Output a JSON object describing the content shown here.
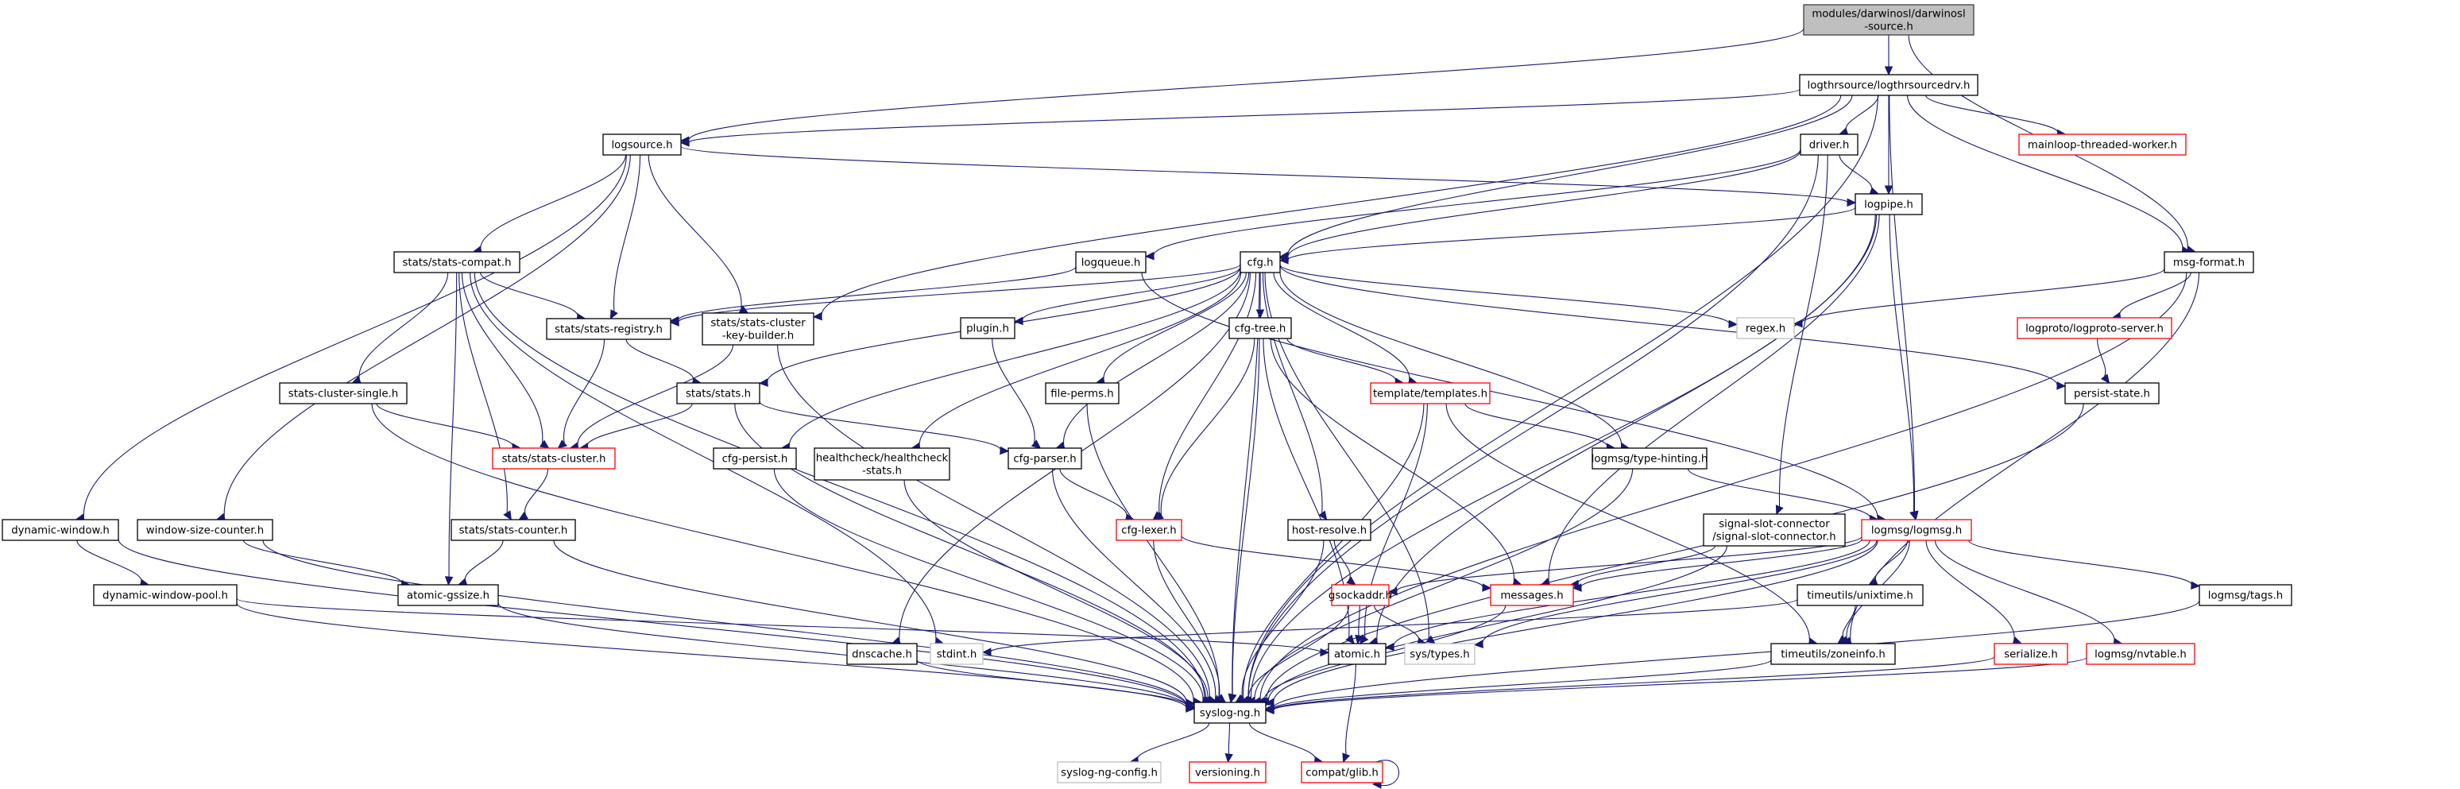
{
  "diagram": {
    "type": "include-dependency-graph",
    "edge_color": "#191970",
    "legend_colors": {
      "root_fill": "#bfbfbf",
      "normal_border": "#000000",
      "truncated_border": "#ff0000",
      "external_border": "#bfbfbf"
    },
    "nodes": [
      {
        "id": "root",
        "label": [
          "modules/darwinosl/darwinosl",
          "-source.h"
        ],
        "kind": "root"
      },
      {
        "id": "logthrsourcedrv",
        "label": [
          "logthrsource/logthrsourcedrv.h"
        ],
        "kind": "normal"
      },
      {
        "id": "logsource",
        "label": [
          "logsource.h"
        ],
        "kind": "normal"
      },
      {
        "id": "driver",
        "label": [
          "driver.h"
        ],
        "kind": "normal"
      },
      {
        "id": "mainloop",
        "label": [
          "mainloop-threaded-worker.h"
        ],
        "kind": "red"
      },
      {
        "id": "logpipe",
        "label": [
          "logpipe.h"
        ],
        "kind": "normal"
      },
      {
        "id": "logqueue",
        "label": [
          "logqueue.h"
        ],
        "kind": "normal"
      },
      {
        "id": "cfg",
        "label": [
          "cfg.h"
        ],
        "kind": "normal"
      },
      {
        "id": "msgformat",
        "label": [
          "msg-format.h"
        ],
        "kind": "normal"
      },
      {
        "id": "statscompat",
        "label": [
          "stats/stats-compat.h"
        ],
        "kind": "normal"
      },
      {
        "id": "statsregistry",
        "label": [
          "stats/stats-registry.h"
        ],
        "kind": "normal"
      },
      {
        "id": "statskeybuilder",
        "label": [
          "stats/stats-cluster",
          "-key-builder.h"
        ],
        "kind": "normal"
      },
      {
        "id": "plugin",
        "label": [
          "plugin.h"
        ],
        "kind": "normal"
      },
      {
        "id": "cfgtree",
        "label": [
          "cfg-tree.h"
        ],
        "kind": "normal"
      },
      {
        "id": "regex",
        "label": [
          "regex.h"
        ],
        "kind": "gray"
      },
      {
        "id": "logprotoserver",
        "label": [
          "logproto/logproto-server.h"
        ],
        "kind": "red"
      },
      {
        "id": "statsclustersingle",
        "label": [
          "stats-cluster-single.h"
        ],
        "kind": "normal"
      },
      {
        "id": "stats",
        "label": [
          "stats/stats.h"
        ],
        "kind": "normal"
      },
      {
        "id": "fileperms",
        "label": [
          "file-perms.h"
        ],
        "kind": "normal"
      },
      {
        "id": "templates",
        "label": [
          "template/templates.h"
        ],
        "kind": "red"
      },
      {
        "id": "persiststate",
        "label": [
          "persist-state.h"
        ],
        "kind": "normal"
      },
      {
        "id": "statscluster",
        "label": [
          "stats/stats-cluster.h"
        ],
        "kind": "red"
      },
      {
        "id": "cfgpersist",
        "label": [
          "cfg-persist.h"
        ],
        "kind": "normal"
      },
      {
        "id": "healthcheck",
        "label": [
          "healthcheck/healthcheck",
          "-stats.h"
        ],
        "kind": "normal"
      },
      {
        "id": "cfgparser",
        "label": [
          "cfg-parser.h"
        ],
        "kind": "normal"
      },
      {
        "id": "typehinting",
        "label": [
          "logmsg/type-hinting.h"
        ],
        "kind": "normal"
      },
      {
        "id": "cfglexer",
        "label": [
          "cfg-lexer.h"
        ],
        "kind": "red"
      },
      {
        "id": "hostresolve",
        "label": [
          "host-resolve.h"
        ],
        "kind": "normal"
      },
      {
        "id": "signalslot",
        "label": [
          "signal-slot-connector",
          "/signal-slot-connector.h"
        ],
        "kind": "normal"
      },
      {
        "id": "logmsg",
        "label": [
          "logmsg/logmsg.h"
        ],
        "kind": "red"
      },
      {
        "id": "dynwindow",
        "label": [
          "dynamic-window.h"
        ],
        "kind": "normal"
      },
      {
        "id": "winsizecounter",
        "label": [
          "window-size-counter.h"
        ],
        "kind": "normal"
      },
      {
        "id": "statscounter",
        "label": [
          "stats/stats-counter.h"
        ],
        "kind": "normal"
      },
      {
        "id": "dynwindowpool",
        "label": [
          "dynamic-window-pool.h"
        ],
        "kind": "normal"
      },
      {
        "id": "atomicgssize",
        "label": [
          "atomic-gssize.h"
        ],
        "kind": "normal"
      },
      {
        "id": "gsockaddr",
        "label": [
          "gsockaddr.h"
        ],
        "kind": "red"
      },
      {
        "id": "messages",
        "label": [
          "messages.h"
        ],
        "kind": "red"
      },
      {
        "id": "unixtime",
        "label": [
          "timeutils/unixtime.h"
        ],
        "kind": "normal"
      },
      {
        "id": "tags",
        "label": [
          "logmsg/tags.h"
        ],
        "kind": "normal"
      },
      {
        "id": "dnscache",
        "label": [
          "dnscache.h"
        ],
        "kind": "normal"
      },
      {
        "id": "stdint",
        "label": [
          "stdint.h"
        ],
        "kind": "gray"
      },
      {
        "id": "atomic",
        "label": [
          "atomic.h"
        ],
        "kind": "normal"
      },
      {
        "id": "systypes",
        "label": [
          "sys/types.h"
        ],
        "kind": "gray"
      },
      {
        "id": "zoneinfo",
        "label": [
          "timeutils/zoneinfo.h"
        ],
        "kind": "normal"
      },
      {
        "id": "serialize",
        "label": [
          "serialize.h"
        ],
        "kind": "red"
      },
      {
        "id": "nvtable",
        "label": [
          "logmsg/nvtable.h"
        ],
        "kind": "red"
      },
      {
        "id": "syslogng",
        "label": [
          "syslog-ng.h"
        ],
        "kind": "normal"
      },
      {
        "id": "syslogngconfig",
        "label": [
          "syslog-ng-config.h"
        ],
        "kind": "gray"
      },
      {
        "id": "versioning",
        "label": [
          "versioning.h"
        ],
        "kind": "red"
      },
      {
        "id": "glib",
        "label": [
          "compat/glib.h"
        ],
        "kind": "red"
      }
    ],
    "edges": [
      [
        "root",
        "logthrsourcedrv"
      ],
      [
        "root",
        "logsource"
      ],
      [
        "root",
        "msgformat"
      ],
      [
        "logthrsourcedrv",
        "logsource"
      ],
      [
        "logthrsourcedrv",
        "driver"
      ],
      [
        "logthrsourcedrv",
        "mainloop"
      ],
      [
        "logthrsourcedrv",
        "logpipe"
      ],
      [
        "logthrsourcedrv",
        "cfg"
      ],
      [
        "logthrsourcedrv",
        "msgformat"
      ],
      [
        "logthrsourcedrv",
        "statskeybuilder"
      ],
      [
        "logthrsourcedrv",
        "logmsg"
      ],
      [
        "logthrsourcedrv",
        "syslogng"
      ],
      [
        "logsource",
        "logpipe"
      ],
      [
        "logsource",
        "statscompat"
      ],
      [
        "logsource",
        "statsregistry"
      ],
      [
        "logsource",
        "statskeybuilder"
      ],
      [
        "logsource",
        "dynwindow"
      ],
      [
        "logsource",
        "winsizecounter"
      ],
      [
        "driver",
        "logpipe"
      ],
      [
        "driver",
        "cfg"
      ],
      [
        "driver",
        "logqueue"
      ],
      [
        "driver",
        "signalslot"
      ],
      [
        "driver",
        "syslogng"
      ],
      [
        "logpipe",
        "cfg"
      ],
      [
        "logpipe",
        "logmsg"
      ],
      [
        "logpipe",
        "messages"
      ],
      [
        "logpipe",
        "atomic"
      ],
      [
        "logpipe",
        "syslogng"
      ],
      [
        "logqueue",
        "logmsg"
      ],
      [
        "logqueue",
        "statsregistry"
      ],
      [
        "cfg",
        "statsregistry"
      ],
      [
        "cfg",
        "stats"
      ],
      [
        "cfg",
        "plugin"
      ],
      [
        "cfg",
        "cfgtree"
      ],
      [
        "cfg",
        "regex"
      ],
      [
        "cfg",
        "persiststate"
      ],
      [
        "cfg",
        "templates"
      ],
      [
        "cfg",
        "fileperms"
      ],
      [
        "cfg",
        "cfgpersist"
      ],
      [
        "cfg",
        "healthcheck"
      ],
      [
        "cfg",
        "cfgparser"
      ],
      [
        "cfg",
        "typehinting"
      ],
      [
        "cfg",
        "cfglexer"
      ],
      [
        "cfg",
        "hostresolve"
      ],
      [
        "cfg",
        "dnscache"
      ],
      [
        "cfg",
        "systypes"
      ],
      [
        "cfg",
        "syslogng"
      ],
      [
        "msgformat",
        "regex"
      ],
      [
        "msgformat",
        "logprotoserver"
      ],
      [
        "msgformat",
        "zoneinfo"
      ],
      [
        "msgformat",
        "syslogng"
      ],
      [
        "statscompat",
        "statsregistry"
      ],
      [
        "statscompat",
        "statsclustersingle"
      ],
      [
        "statscompat",
        "statscluster"
      ],
      [
        "statscompat",
        "statscounter"
      ],
      [
        "statscompat",
        "atomicgssize"
      ],
      [
        "statscompat",
        "stdint"
      ],
      [
        "statscompat",
        "syslogng"
      ],
      [
        "statsregistry",
        "statscluster"
      ],
      [
        "statsregistry",
        "stats"
      ],
      [
        "statskeybuilder",
        "statscluster"
      ],
      [
        "statskeybuilder",
        "syslogng"
      ],
      [
        "plugin",
        "cfgparser"
      ],
      [
        "cfgtree",
        "templates"
      ],
      [
        "cfgtree",
        "cfglexer"
      ],
      [
        "cfgtree",
        "messages"
      ],
      [
        "cfgtree",
        "atomic"
      ],
      [
        "cfgtree",
        "syslogng"
      ],
      [
        "logprotoserver",
        "persiststate"
      ],
      [
        "statsclustersingle",
        "statscluster"
      ],
      [
        "statsclustersingle",
        "syslogng"
      ],
      [
        "stats",
        "statscluster"
      ],
      [
        "stats",
        "cfgparser"
      ],
      [
        "stats",
        "syslogng"
      ],
      [
        "fileperms",
        "syslogng"
      ],
      [
        "templates",
        "typehinting"
      ],
      [
        "templates",
        "atomic"
      ],
      [
        "templates",
        "zoneinfo"
      ],
      [
        "templates",
        "syslogng"
      ],
      [
        "persiststate",
        "syslogng"
      ],
      [
        "statscluster",
        "statscounter"
      ],
      [
        "cfgpersist",
        "syslogng"
      ],
      [
        "healthcheck",
        "syslogng"
      ],
      [
        "cfgparser",
        "cfglexer"
      ],
      [
        "cfgparser",
        "syslogng"
      ],
      [
        "typehinting",
        "logmsg"
      ],
      [
        "typehinting",
        "syslogng"
      ],
      [
        "cfglexer",
        "messages"
      ],
      [
        "cfglexer",
        "syslogng"
      ],
      [
        "hostresolve",
        "gsockaddr"
      ],
      [
        "hostresolve",
        "syslogng"
      ],
      [
        "signalslot",
        "messages"
      ],
      [
        "signalslot",
        "syslogng"
      ],
      [
        "logmsg",
        "messages"
      ],
      [
        "logmsg",
        "gsockaddr"
      ],
      [
        "logmsg",
        "unixtime"
      ],
      [
        "logmsg",
        "tags"
      ],
      [
        "logmsg",
        "atomic"
      ],
      [
        "logmsg",
        "systypes"
      ],
      [
        "logmsg",
        "serialize"
      ],
      [
        "logmsg",
        "nvtable"
      ],
      [
        "logmsg",
        "zoneinfo"
      ],
      [
        "logmsg",
        "syslogng"
      ],
      [
        "dynwindow",
        "dynwindowpool"
      ],
      [
        "dynwindow",
        "syslogng"
      ],
      [
        "winsizecounter",
        "atomicgssize"
      ],
      [
        "winsizecounter",
        "syslogng"
      ],
      [
        "statscounter",
        "atomicgssize"
      ],
      [
        "statscounter",
        "syslogng"
      ],
      [
        "dynwindowpool",
        "atomic"
      ],
      [
        "dynwindowpool",
        "syslogng"
      ],
      [
        "atomicgssize",
        "syslogng"
      ],
      [
        "gsockaddr",
        "atomic"
      ],
      [
        "gsockaddr",
        "systypes"
      ],
      [
        "gsockaddr",
        "syslogng"
      ],
      [
        "messages",
        "syslogng"
      ],
      [
        "unixtime",
        "zoneinfo"
      ],
      [
        "unixtime",
        "stdint"
      ],
      [
        "tags",
        "syslogng"
      ],
      [
        "dnscache",
        "syslogng"
      ],
      [
        "atomic",
        "glib"
      ],
      [
        "zoneinfo",
        "syslogng"
      ],
      [
        "serialize",
        "syslogng"
      ],
      [
        "nvtable",
        "syslogng"
      ],
      [
        "syslogng",
        "syslogngconfig"
      ],
      [
        "syslogng",
        "versioning"
      ],
      [
        "syslogng",
        "glib"
      ],
      [
        "glib",
        "glib"
      ]
    ]
  }
}
